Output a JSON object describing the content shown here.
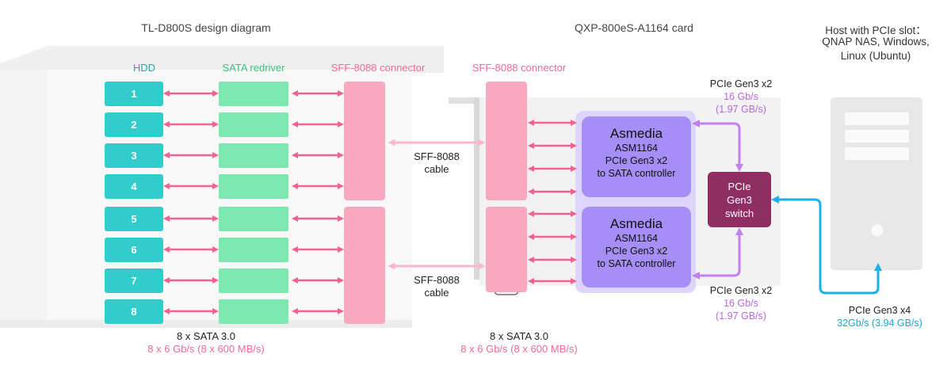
{
  "titles": {
    "left": "TL-D800S design diagram",
    "middle": "QXP-800eS-A1164 card",
    "right_line1": "Host with PCIe slot：",
    "right_line2": "QNAP NAS, Windows,",
    "right_line3": "Linux (Ubuntu)"
  },
  "column_headers": {
    "hdd": "HDD",
    "redriver": "SATA redriver",
    "connector_left": "SFF-8088 connector",
    "connector_right": "SFF-8088 connector"
  },
  "hdd_labels": [
    "1",
    "2",
    "3",
    "4",
    "5",
    "6",
    "7",
    "8"
  ],
  "cable": {
    "top_line1": "SFF-8088",
    "top_line2": "cable",
    "bottom_line1": "SFF-8088",
    "bottom_line2": "cable"
  },
  "controllers": [
    {
      "name": "Asmedia",
      "model": "ASM1164",
      "desc1": "PCIe Gen3 x2",
      "desc2": "to SATA controller"
    },
    {
      "name": "Asmedia",
      "model": "ASM1164",
      "desc1": "PCIe Gen3 x2",
      "desc2": "to SATA controller"
    }
  ],
  "switch": {
    "line1": "PCIe",
    "line2": "Gen3",
    "line3": "switch"
  },
  "links": {
    "top": {
      "label": "PCIe Gen3 x2",
      "speed1": "16 Gb/s",
      "speed2": "(1.97 GB/s)"
    },
    "bottom": {
      "label": "PCIe Gen3 x2",
      "speed1": "16 Gb/s",
      "speed2": "(1.97 GB/s)"
    },
    "host": {
      "label": "PCIe Gen3 x4",
      "speed": "32Gb/s (3.94 GB/s)"
    }
  },
  "sata_footer": {
    "left_line1": "8 x SATA 3.0",
    "left_line2": "8 x 6 Gb/s  (8 x 600 MB/s)",
    "right_line1": "8 x SATA 3.0",
    "right_line2": "8 x 6 Gb/s  (8 x 600 MB/s)"
  },
  "colors": {
    "hdd": "#33cccc",
    "redriver": "#7de8b0",
    "connector": "#f9a8bf",
    "controller": "#a58ef5",
    "switch": "#8e2e63",
    "arrow_pink": "#f0628f",
    "arrow_purple": "#c47ff0",
    "arrow_blue": "#1bb0e6",
    "header_teal": "#23a9a9",
    "header_green": "#3cc27c",
    "header_pink": "#f06a97",
    "speed_purple": "#b766e8",
    "speed_blue": "#16a7e0"
  }
}
